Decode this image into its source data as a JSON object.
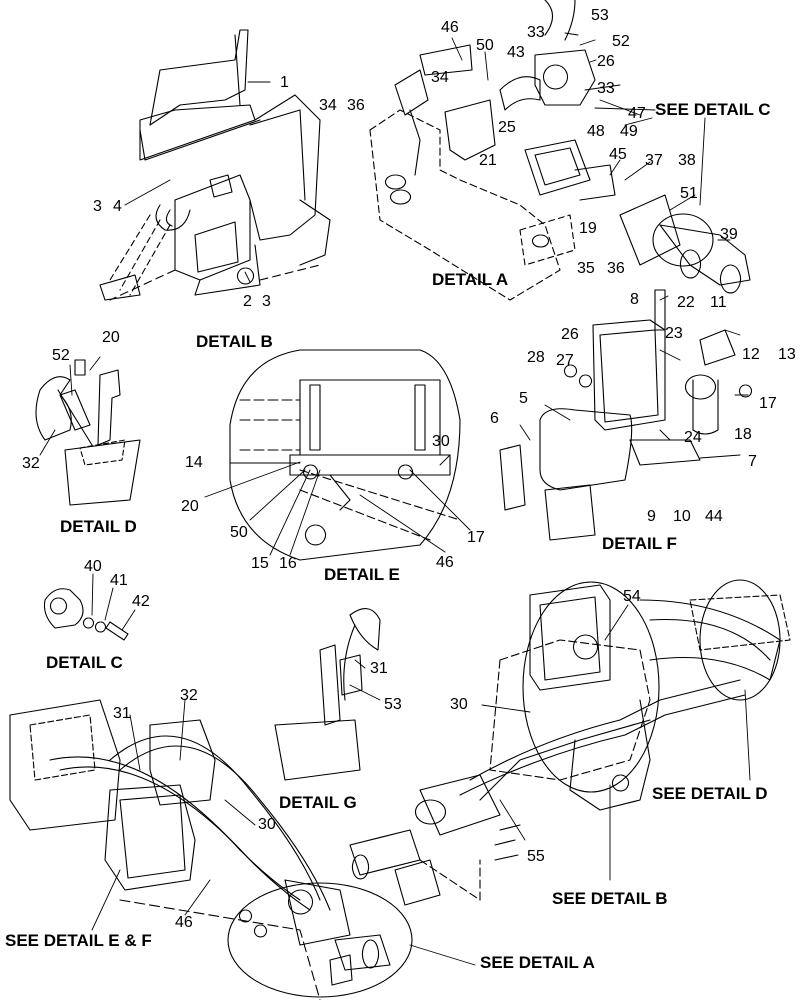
{
  "detail_titles": {
    "a": "DETAIL A",
    "b": "DETAIL B",
    "c": "DETAIL C",
    "d": "DETAIL D",
    "e": "DETAIL E",
    "f": "DETAIL F",
    "g": "DETAIL G"
  },
  "references": {
    "see_c": "SEE DETAIL C",
    "see_d": "SEE DETAIL D",
    "see_b": "SEE DETAIL B",
    "see_a": "SEE DETAIL A",
    "see_ef": "SEE DETAIL E & F"
  },
  "callouts": {
    "n1": "1",
    "n2": "2",
    "n3a": "3",
    "n3b": "3",
    "n4": "4",
    "n5": "5",
    "n6": "6",
    "n7": "7",
    "n8": "8",
    "n9": "9",
    "n10": "10",
    "n11": "11",
    "n12": "12",
    "n13": "13",
    "n14": "14",
    "n15": "15",
    "n16": "16",
    "n17a": "17",
    "n17b": "17",
    "n18": "18",
    "n19": "19",
    "n20a": "20",
    "n20b": "20",
    "n21": "21",
    "n22": "22",
    "n23": "23",
    "n24": "24",
    "n25": "25",
    "n26a": "26",
    "n26b": "26",
    "n27": "27",
    "n28": "28",
    "n30a": "30",
    "n30b": "30",
    "n30c": "30",
    "n31a": "31",
    "n31b": "31",
    "n32a": "32",
    "n32b": "32",
    "n33a": "33",
    "n33b": "33",
    "n34a": "34",
    "n34b": "34",
    "n35": "35",
    "n36a": "36",
    "n36b": "36",
    "n37": "37",
    "n38": "38",
    "n39": "39",
    "n40": "40",
    "n41": "41",
    "n42": "42",
    "n43": "43",
    "n44": "44",
    "n45": "45",
    "n46a": "46",
    "n46b": "46",
    "n46c": "46",
    "n47": "47",
    "n48": "48",
    "n49": "49",
    "n50a": "50",
    "n50b": "50",
    "n51": "51",
    "n52a": "52",
    "n52b": "52",
    "n53a": "53",
    "n53b": "53",
    "n54": "54",
    "n55": "55"
  }
}
